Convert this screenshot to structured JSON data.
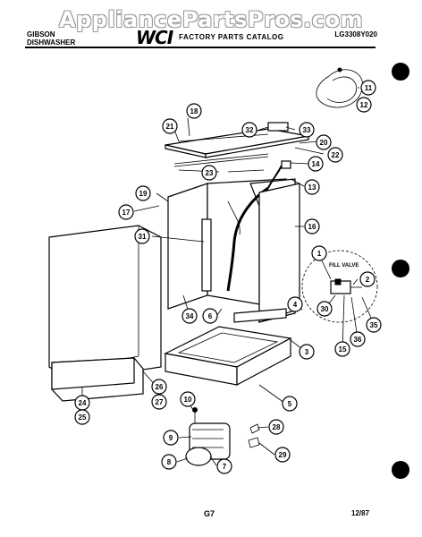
{
  "watermark": "AppliancePartsPros.com",
  "header": {
    "brand_line1": "GIBSON",
    "brand_line2": "DISHWASHER",
    "logo": "WCI",
    "catalog_title": "FACTORY PARTS CATALOG",
    "catalog_number": "LG3308Y020"
  },
  "diagram": {
    "fill_valve_label": "FILL VALVE",
    "callouts": [
      "1",
      "2",
      "3",
      "4",
      "5",
      "6",
      "7",
      "8",
      "9",
      "10",
      "11",
      "12",
      "13",
      "14",
      "15",
      "16",
      "17",
      "18",
      "19",
      "20",
      "21",
      "22",
      "23",
      "24",
      "25",
      "26",
      "27",
      "28",
      "29",
      "30",
      "31",
      "32",
      "33",
      "34",
      "35",
      "36"
    ]
  },
  "footer": {
    "page": "G7",
    "date": "12/87"
  }
}
